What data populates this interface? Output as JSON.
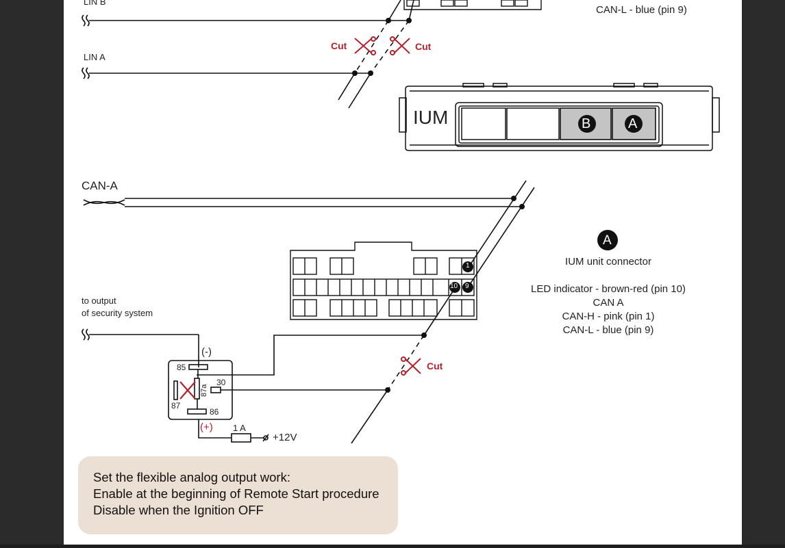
{
  "wires": {
    "lin_b": "LIN B",
    "lin_a": "LIN A",
    "can_a": "CAN-A",
    "output_line1": "to output",
    "output_line2": "of security system"
  },
  "cut_label": "Cut",
  "top_info": {
    "can_l": "CAN-L - blue (pin 9)"
  },
  "ium": {
    "label": "IUM",
    "port_b": "B",
    "port_a": "A"
  },
  "connector": {
    "pin_1": "1",
    "pin_10": "10",
    "pin_9": "9"
  },
  "relay": {
    "pin_85": "85",
    "pin_87a": "87a",
    "pin_30": "30",
    "pin_87": "87",
    "pin_86": "86",
    "minus": "(-)",
    "plus": "(+)",
    "fuse": "1 A",
    "supply": "+12V"
  },
  "info": {
    "badge": "A",
    "title": "IUM unit connector",
    "led": "LED indicator - brown-red (pin 10)",
    "bus": "CAN A",
    "can_h": "CAN-H - pink (pin 1)",
    "can_l": "CAN-L - blue (pin 9)"
  },
  "note": {
    "line1": "Set the flexible analog output work:",
    "line2": "Enable at the beginning of Remote Start procedure",
    "line3": "Disable when the Ignition OFF"
  },
  "colors": {
    "cut_red": "#b3222c",
    "note_bg": "#ecdfd3",
    "port_gray": "#c4c4c4"
  }
}
